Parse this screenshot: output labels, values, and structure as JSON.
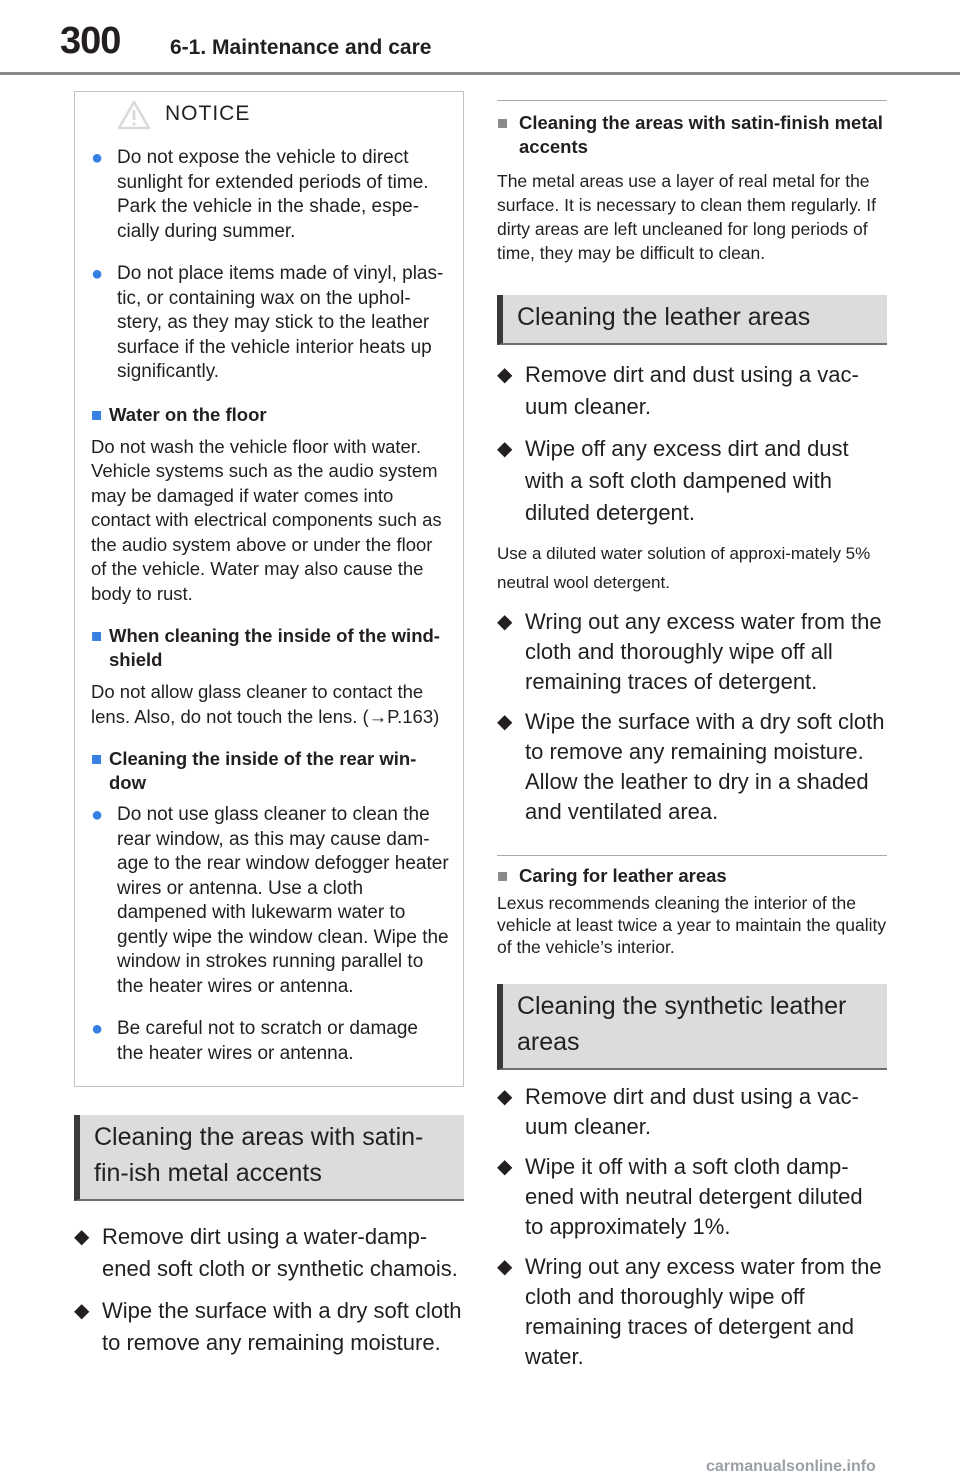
{
  "header": {
    "page_number": "300",
    "chapter": "6-1. Maintenance and care"
  },
  "notice": {
    "title": "NOTICE",
    "items": [
      {
        "kind": "dot",
        "text": "Do not expose the vehicle to direct sunlight for extended periods of time. Park the vehicle in the shade, espe-cially during summer."
      },
      {
        "kind": "dot",
        "text": "Do not place items made of vinyl, plas-tic, or containing wax on the uphol-stery, as they may stick to the leather surface if the vehicle interior heats up significantly."
      },
      {
        "kind": "head",
        "text": "Water on the floor"
      },
      {
        "kind": "para",
        "text": "Do not wash the vehicle floor with water. Vehicle systems such as the audio system may be damaged if water comes into contact with electrical components such as the audio system above or under the floor of the vehicle. Water may also cause the body to rust."
      },
      {
        "kind": "head",
        "text": "When cleaning the inside of the wind-shield"
      },
      {
        "kind": "para",
        "text": "Do not allow glass cleaner to contact the lens. Also, do not touch the lens. (→P.163)"
      },
      {
        "kind": "head",
        "text": "Cleaning the inside of the rear win-dow"
      },
      {
        "kind": "dot",
        "text": "Do not use glass cleaner to clean the rear window, as this may cause dam-age to the rear window defogger heater wires or antenna. Use a cloth dampened with lukewarm water to gently wipe the window clean. Wipe the window in strokes running parallel to the heater wires or antenna."
      },
      {
        "kind": "dot",
        "text": "Be careful not to scratch or damage the heater wires or antenna."
      }
    ]
  },
  "satin_section": {
    "title": "Cleaning the areas with satin-fin-ish metal accents",
    "items": [
      "Remove dirt using a water-damp-ened soft cloth or synthetic chamois.",
      "Wipe the surface with a dry soft cloth to remove any remaining moisture."
    ]
  },
  "satin_note": {
    "heading": "Cleaning the areas with satin-finish metal accents",
    "text": "The metal areas use a layer of real metal for the surface. It is necessary to clean them regularly. If dirty areas are left uncleaned for long periods of time, they may be difficult to clean."
  },
  "leather_section": {
    "title": "Cleaning the leather areas",
    "items_a": [
      "Remove dirt and dust using a vac-uum cleaner.",
      "Wipe off any excess dirt and dust with a soft cloth dampened with diluted detergent."
    ],
    "note": "Use a diluted water solution of approxi-mately 5% neutral wool detergent.",
    "items_b": [
      "Wring out any excess water from the cloth and thoroughly wipe off all remaining traces of detergent.",
      "Wipe the surface with a dry soft cloth to remove any remaining moisture. Allow the leather to dry in a shaded and ventilated area."
    ]
  },
  "caring": {
    "heading": "Caring for leather areas",
    "text": "Lexus recommends cleaning the interior of the vehicle at least twice a year to maintain the quality of the vehicle’s interior."
  },
  "synthetic_section": {
    "title": "Cleaning the synthetic leather areas",
    "items": [
      "Remove dirt and dust using a vac-uum cleaner.",
      "Wipe it off with a soft cloth damp-ened with neutral detergent diluted to approximately 1%.",
      "Wring out any excess water from the cloth and thoroughly wipe off remaining traces of detergent and water."
    ]
  },
  "footer": {
    "watermark": "carmanualsonline.info"
  }
}
